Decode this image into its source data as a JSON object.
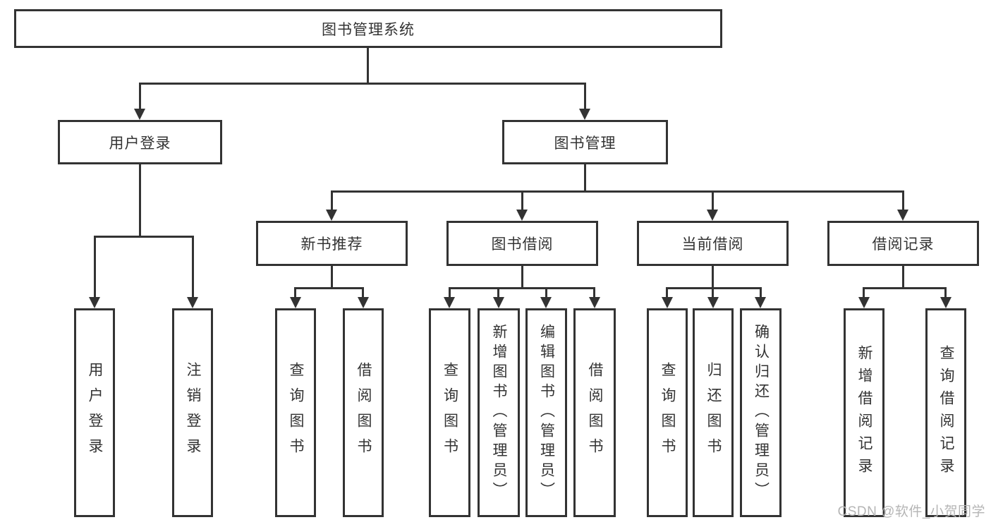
{
  "nodes": {
    "root": "图书管理系统",
    "user_login": "用户登录",
    "book_mgmt": "图书管理",
    "new_book_rec": "新书推荐",
    "book_borrow": "图书借阅",
    "current_borrow": "当前借阅",
    "borrow_record": "借阅记录",
    "leaf_user_login": "用户登录",
    "leaf_logout": "注销登录",
    "leaf_nb_query": "查询图书",
    "leaf_nb_borrow": "借阅图书",
    "leaf_bb_query": "查询图书",
    "leaf_bb_add": "新增图书（管理员）",
    "leaf_bb_edit": "编辑图书（管理员）",
    "leaf_bb_borrow": "借阅图书",
    "leaf_cb_query": "查询图书",
    "leaf_cb_return": "归还图书",
    "leaf_cb_confirm": "确认归还（管理员）",
    "leaf_br_add": "新增借阅记录",
    "leaf_br_query": "查询借阅记录"
  },
  "watermark": "CSDN @软件_小贺同学",
  "colors": {
    "line": "#333333",
    "text": "#333333",
    "watermark": "#b5b5b5",
    "background": "#ffffff"
  }
}
